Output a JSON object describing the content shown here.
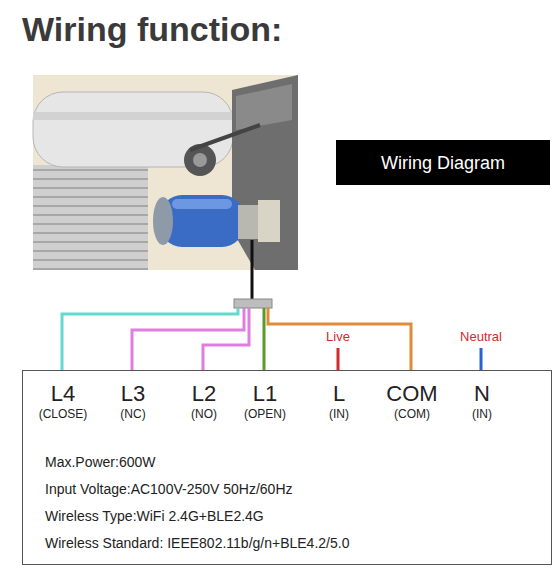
{
  "diagram": {
    "title": "Wiring function:",
    "nodes": [
      {
        "text": [
          "Wiring Diagram"
        ]
      },
      {
        "text": [
          "L4",
          "(CLOSE)",
          "L3",
          "(NC)",
          "L2",
          "(NO)",
          "L1",
          "(OPEN)",
          "L",
          "(IN)",
          "COM",
          "(COM)",
          "N",
          "(IN)",
          "Max.Power:600W",
          "Input Voltage:AC100V-250V   50Hz/60Hz",
          "Wireless Type:WiFi 2.4G+BLE2.4G",
          "Wireless Standard:  IEEE802.11b/g/n+BLE4.2/5.0"
        ]
      }
    ],
    "labels": [
      "Live",
      "Neutral"
    ]
  }
}
